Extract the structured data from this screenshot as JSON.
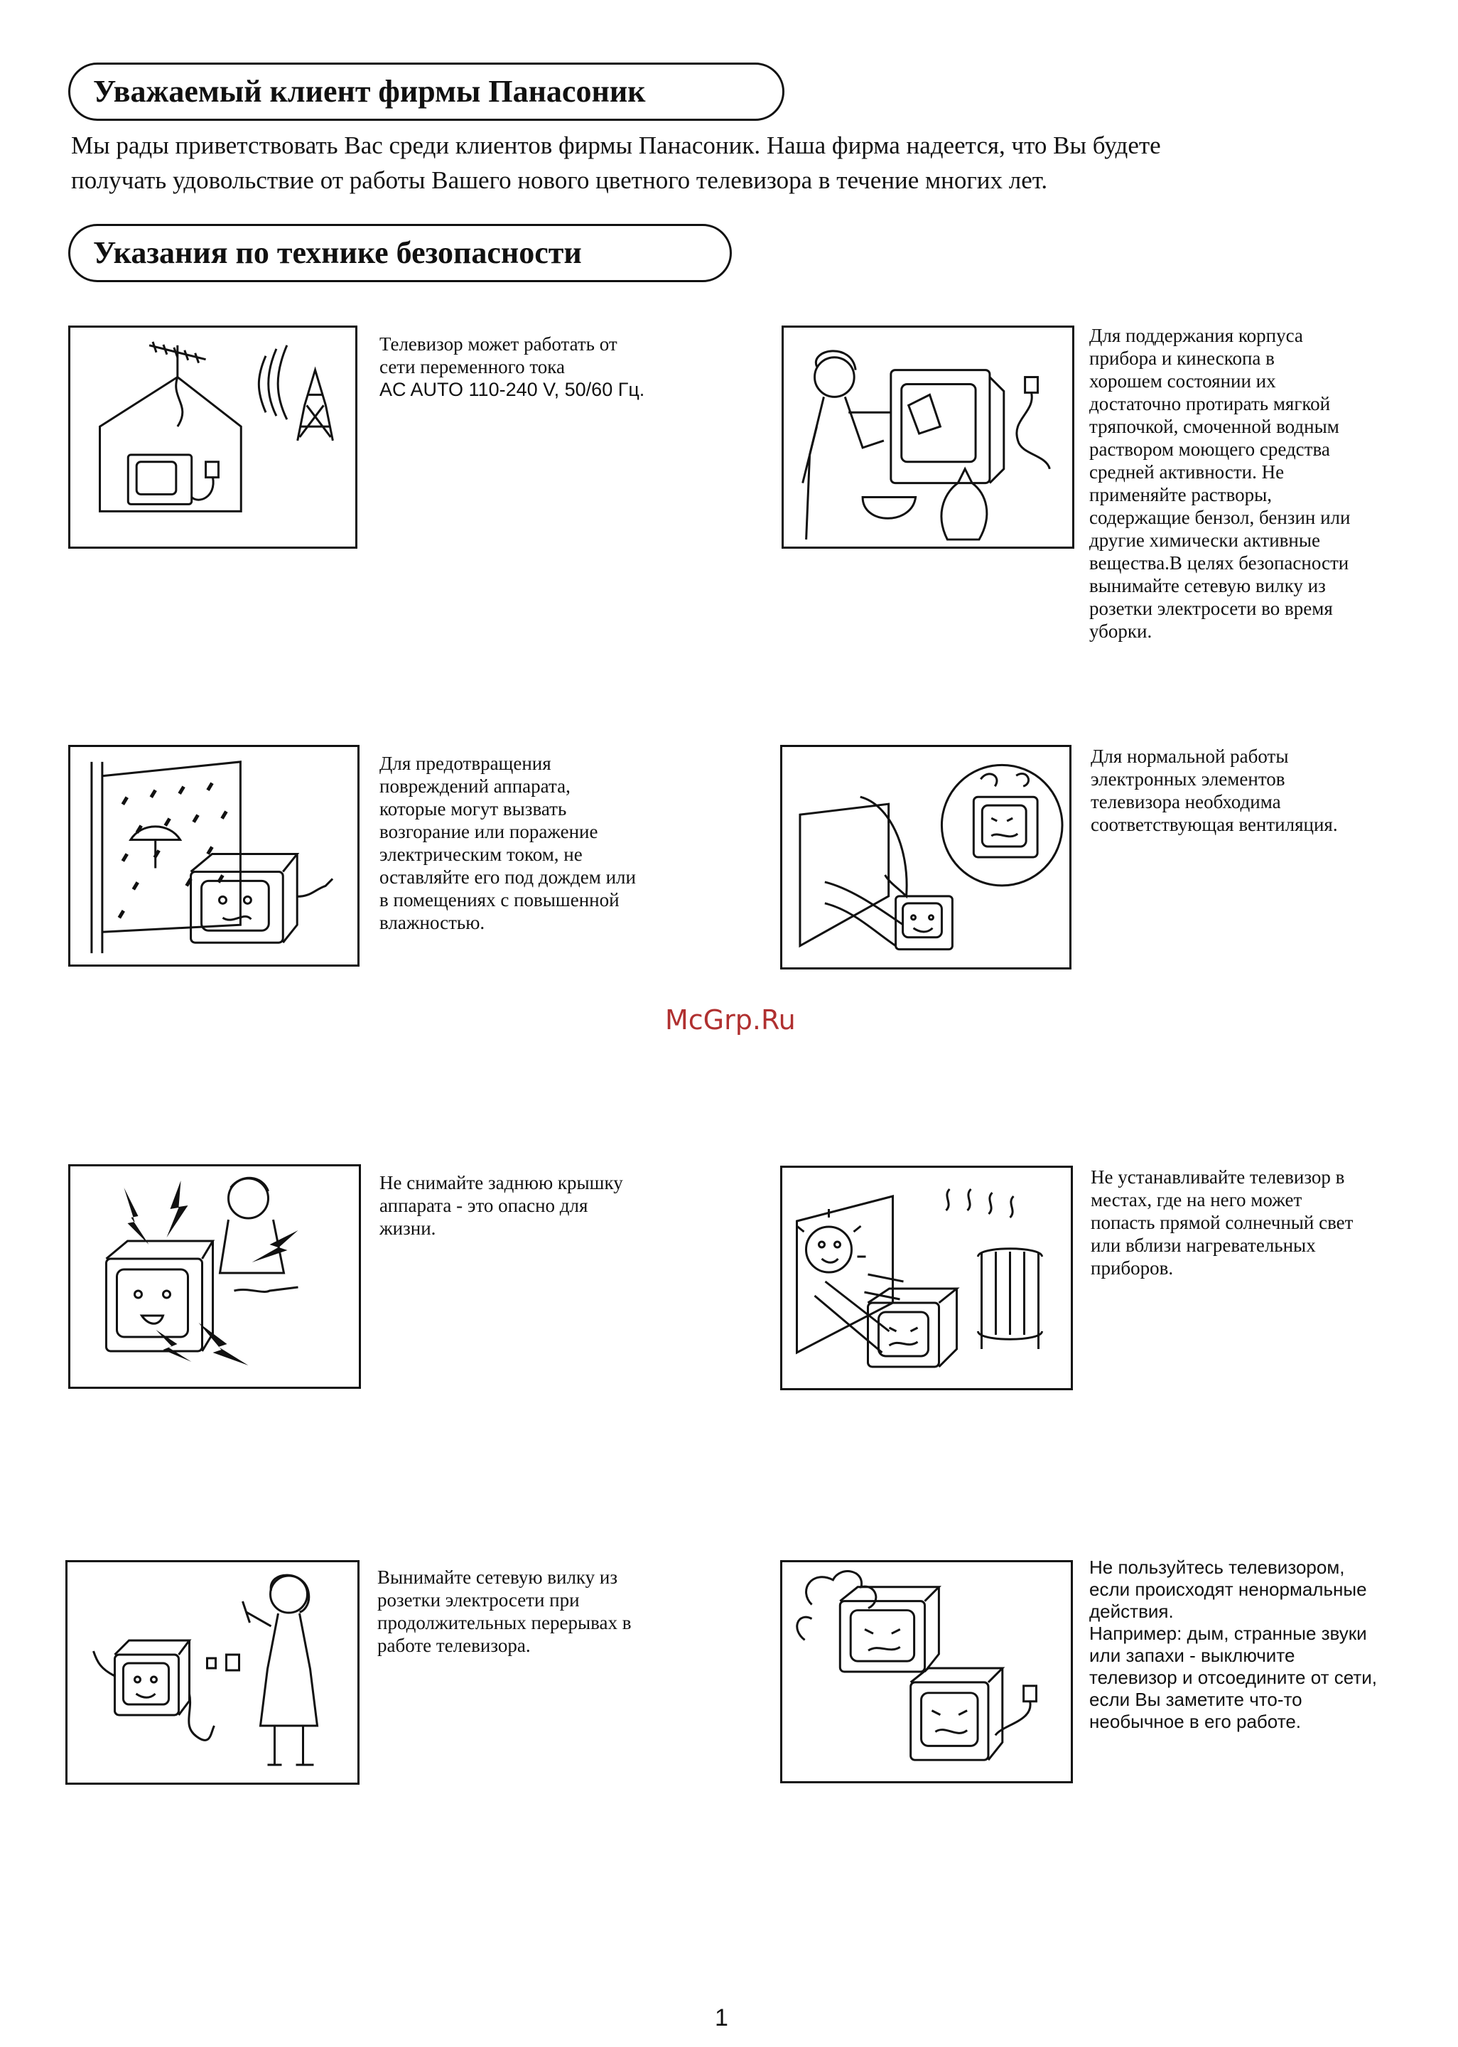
{
  "heading1": "Уважаемый клиент фирмы Панасоник",
  "intro_line1": "Мы рады приветствовать Вас среди клиентов фирмы Панасоник. Наша фирма надеется, что Вы будете",
  "intro_line2": "получать удовольствие от работы Вашего нового цветного телевизора в течение многих лет.",
  "heading2": "Указания по технике безопасности",
  "items": [
    {
      "lines": [
        "Телевизор может работать от",
        "сети переменного тока"
      ],
      "line_sans": "AC AUTO 110-240 V, 50/60 Гц."
    },
    {
      "lines": [
        "Для поддержания корпуса",
        "прибора и кинескопа в",
        "хорошем состоянии их",
        "достаточно протирать мягкой",
        "тряпочкой, смоченной водным",
        "раствором моющего средства",
        "средней активности. Не",
        "применяйте растворы,",
        "содержащие бензол, бензин или",
        "другие химически активные",
        "вещества.В целях безопасности",
        "вынимайте сетевую вилку из",
        "розетки электросети во время",
        "уборки."
      ]
    },
    {
      "lines": [
        "Для предотвращения",
        "повреждений аппарата,",
        "которые могут вызвать",
        "возгорание или поражение",
        "электрическим током, не",
        "оставляйте его под дождем или",
        "в помещениях с повышенной",
        "влажностью."
      ]
    },
    {
      "lines": [
        "Для нормальной работы",
        "электронных элементов",
        "телевизора необходима",
        "соответствующая вентиляция."
      ]
    },
    {
      "lines": [
        "Не снимайте заднюю крышку",
        "аппарата - это опасно для",
        "жизни."
      ]
    },
    {
      "lines": [
        "Не устанавливайте телевизор в",
        "местах, где на него может",
        "попасть прямой солнечный свет",
        "или вблизи нагревательных",
        "приборов."
      ]
    },
    {
      "lines": [
        "Вынимайте сетевую вилку из",
        "розетки электросети при",
        "продолжительных перерывах в",
        "работе телевизора."
      ]
    },
    {
      "lines": [
        "Не пользуйтесь телевизором,",
        "если происходят ненормальные",
        "действия.",
        "Например: дым, странные звуки",
        "или запахи - выключите",
        "телевизор и отсоедините от сети,",
        "если Вы заметите что-то",
        "необычное в его работе."
      ]
    }
  ],
  "watermark": "McGrp.Ru",
  "page_number": "1",
  "illustrations": [
    "house-antenna-icon",
    "cleaning-tv-icon",
    "rain-tv-icon",
    "ventilation-tv-icon",
    "back-cover-shock-icon",
    "sun-heater-tv-icon",
    "unplug-tv-icon",
    "smoking-tv-icon"
  ]
}
